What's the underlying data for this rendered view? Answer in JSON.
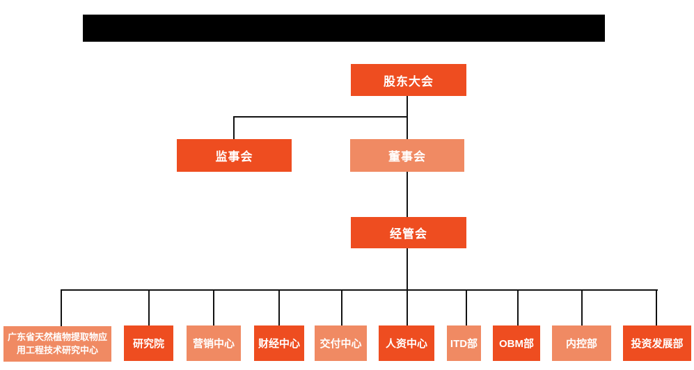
{
  "palette": {
    "dark_orange": "#EE4D20",
    "light_orange": "#F08A63",
    "connector": "#111111",
    "header_bar": "#000000",
    "box_text": "#FFFFFF"
  },
  "org": {
    "top": {
      "label": "股东大会",
      "variant": "dark"
    },
    "level2": {
      "supervisory": {
        "label": "监事会",
        "variant": "dark"
      },
      "board": {
        "label": "董事会",
        "variant": "light"
      }
    },
    "level3": {
      "label": "经管会",
      "variant": "dark"
    },
    "departments": [
      {
        "label": "广东省天然植物提取物应用工程技术研究中心",
        "variant": "light"
      },
      {
        "label": "研究院",
        "variant": "dark"
      },
      {
        "label": "营销中心",
        "variant": "light"
      },
      {
        "label": "财经中心",
        "variant": "dark"
      },
      {
        "label": "交付中心",
        "variant": "light"
      },
      {
        "label": "人资中心",
        "variant": "dark"
      },
      {
        "label": "ITD部",
        "variant": "light"
      },
      {
        "label": "OBM部",
        "variant": "dark"
      },
      {
        "label": "内控部",
        "variant": "light"
      },
      {
        "label": "投资发展部",
        "variant": "dark"
      }
    ]
  }
}
